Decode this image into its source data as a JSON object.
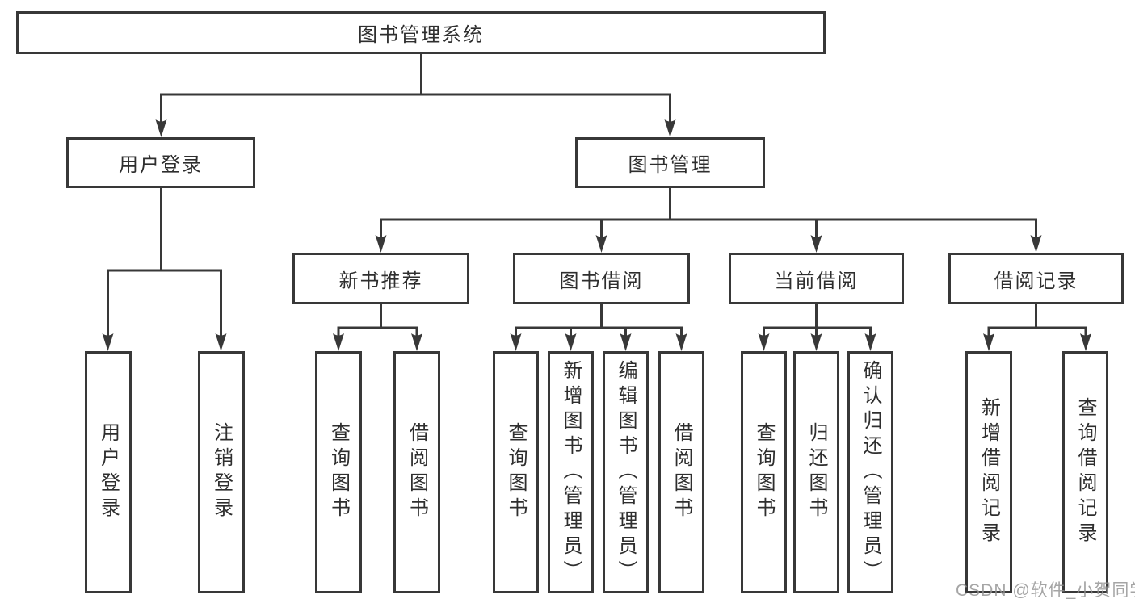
{
  "diagram": {
    "title": "图书管理系统",
    "type": "function-structure-tree",
    "watermark": "CSDN @软件_小贺同学",
    "colors": {
      "background": "#ffffff",
      "line": "#383838",
      "box_border": "#383838",
      "box_fill": "#ffffff",
      "text": "#2e2e2e",
      "watermark": "#919191"
    }
  },
  "nodes": {
    "root": {
      "label": "图书管理系统"
    },
    "user_login": {
      "label": "用户登录"
    },
    "book_management": {
      "label": "图书管理"
    },
    "new_book_recommend": {
      "label": "新书推荐"
    },
    "book_borrow": {
      "label": "图书借阅"
    },
    "current_borrow": {
      "label": "当前借阅"
    },
    "borrow_records": {
      "label": "借阅记录"
    },
    "leaf_user_login": {
      "label": "用户登录"
    },
    "leaf_logout": {
      "label": "注销登录"
    },
    "leaf_nbr_query_books": {
      "label": "查询图书"
    },
    "leaf_nbr_borrow_books": {
      "label": "借阅图书"
    },
    "leaf_bb_query_books": {
      "label": "查询图书"
    },
    "leaf_bb_add_books": {
      "label": "新增图书（管理员）"
    },
    "leaf_bb_edit_books": {
      "label": "编辑图书（管理员）"
    },
    "leaf_bb_borrow_books": {
      "label": "借阅图书"
    },
    "leaf_cb_query_books": {
      "label": "查询图书"
    },
    "leaf_cb_return_books": {
      "label": "归还图书"
    },
    "leaf_cb_confirm_return": {
      "label": "确认归还（管理员）"
    },
    "leaf_br_add_record": {
      "label": "新增借阅记录"
    },
    "leaf_br_query_record": {
      "label": "查询借阅记录"
    }
  },
  "hierarchy": {
    "图书管理系统": {
      "用户登录": [
        "用户登录",
        "注销登录"
      ],
      "图书管理": {
        "新书推荐": [
          "查询图书",
          "借阅图书"
        ],
        "图书借阅": [
          "查询图书",
          "新增图书（管理员）",
          "编辑图书（管理员）",
          "借阅图书"
        ],
        "当前借阅": [
          "查询图书",
          "归还图书",
          "确认归还（管理员）"
        ],
        "借阅记录": [
          "新增借阅记录",
          "查询借阅记录"
        ]
      }
    }
  }
}
